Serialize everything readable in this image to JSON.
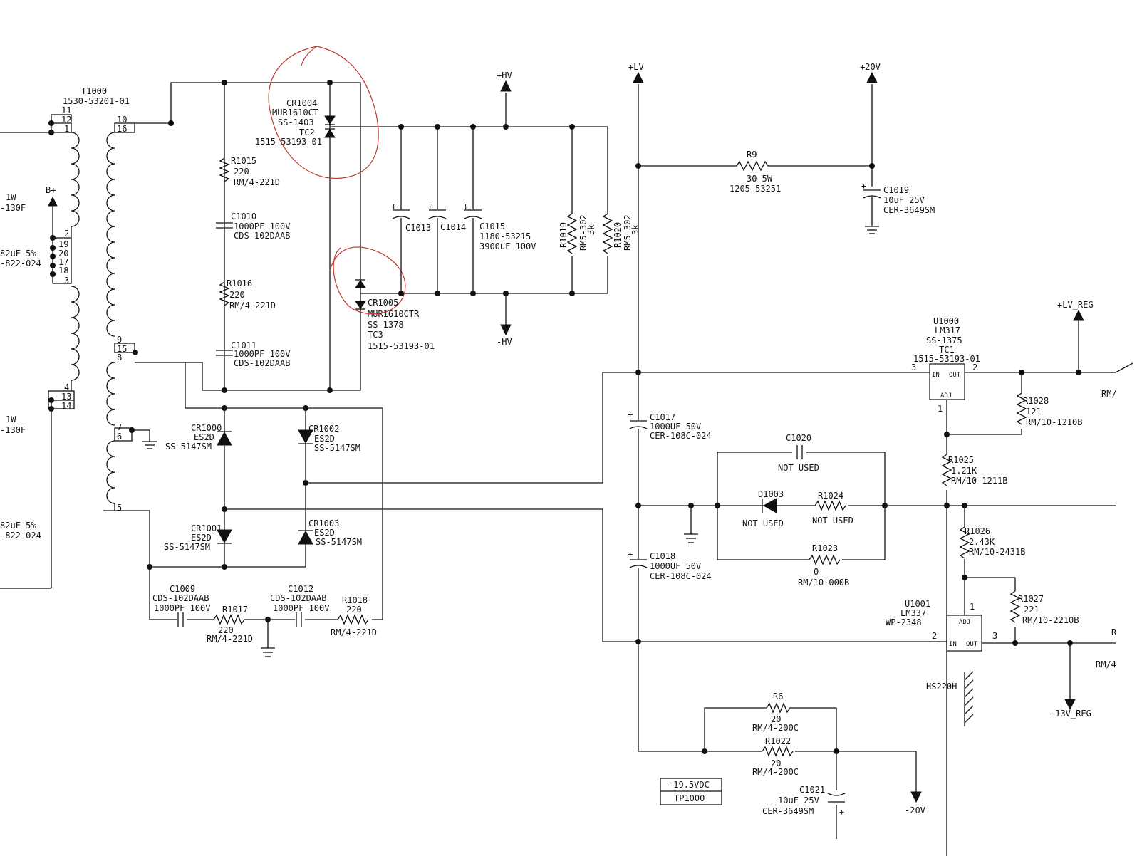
{
  "diagram": {
    "transformer": {
      "ref": "T1000",
      "part": "1530-53201-01",
      "pins": [
        "11",
        "12",
        "1",
        "10",
        "16",
        "2",
        "19",
        "20",
        "17",
        "18",
        "3",
        "9",
        "15",
        "8",
        "4",
        "13",
        "14",
        "7",
        "6",
        "5"
      ]
    },
    "left_cut": {
      "r1": "1W",
      "r1b": "-130F",
      "cap1a": "82uF 5%",
      "cap1b": "-822-024",
      "r2": "1W",
      "r2b": "-130F",
      "cap2a": "82uF 5%",
      "cap2b": "-822-024",
      "bplus": "B+"
    },
    "cr1004": [
      "CR1004",
      "MUR1610CT",
      "SS-1403",
      "TC2",
      "1515-53193-01"
    ],
    "cr1005": [
      "CR1005",
      "MUR1610CTR",
      "SS-1378",
      "TC3",
      "1515-53193-01"
    ],
    "r1015": [
      "R1015",
      "220",
      "RM/4-221D"
    ],
    "c1010": [
      "C1010",
      "1000PF  100V",
      "CDS-102DAAB"
    ],
    "r1016": [
      "R1016",
      "220",
      "RM/4-221D"
    ],
    "c1011": [
      "C1011",
      "1000PF  100V",
      "CDS-102DAAB"
    ],
    "c1013": "C1013",
    "c1014": "C1014",
    "c1015": [
      "C1015",
      "1180-53215",
      "3900uF  100V"
    ],
    "r1019": [
      "R1019",
      "RM5-302",
      "3k"
    ],
    "r1020": [
      "R1020",
      "RM5-302",
      "3k"
    ],
    "rails": {
      "hv_p": "+HV",
      "hv_n": "-HV",
      "lv": "+LV",
      "v20": "+20V",
      "lvreg": "+LV_REG",
      "m13": "-13V_REG",
      "m20": "-20V"
    },
    "r9": [
      "R9",
      "30 5W",
      "1205-53251"
    ],
    "c1019": [
      "C1019",
      "10uF  25V",
      "CER-3649SM"
    ],
    "cr1000": [
      "CR1000",
      "ES2D",
      "SS-5147SM"
    ],
    "cr1002": [
      "CR1002",
      "ES2D",
      "SS-5147SM"
    ],
    "cr1001": [
      "CR1001",
      "ES2D",
      "SS-5147SM"
    ],
    "cr1003": [
      "CR1003",
      "ES2D",
      "SS-5147SM"
    ],
    "c1009": [
      "C1009",
      "CDS-102DAAB",
      "1000PF  100V"
    ],
    "r1017": [
      "R1017",
      "220",
      "RM/4-221D"
    ],
    "c1012": [
      "C1012",
      "CDS-102DAAB",
      "1000PF  100V"
    ],
    "r1018": [
      "R1018",
      "220",
      "RM/4-221D"
    ],
    "c1017": [
      "C1017",
      "1000UF  50V",
      "CER-108C-024"
    ],
    "c1018": [
      "C1018",
      "1000UF  50V",
      "CER-108C-024"
    ],
    "c1020": [
      "C1020",
      "NOT USED"
    ],
    "d1003": [
      "D1003",
      "NOT USED"
    ],
    "r1024": [
      "R1024",
      "NOT USED"
    ],
    "r1023": [
      "R1023",
      "0",
      "RM/10-000B"
    ],
    "u1000": [
      "U1000",
      "LM317",
      "SS-1375",
      "TC1",
      "1515-53193-01"
    ],
    "u1000_pins": {
      "in": "IN",
      "out": "OUT",
      "adj": "ADJ",
      "p1": "1",
      "p2": "2",
      "p3": "3"
    },
    "r1028": [
      "R1028",
      "121",
      "RM/10-1210B"
    ],
    "r1025": [
      "R1025",
      "1.21K",
      "RM/10-1211B"
    ],
    "r1026": [
      "R1026",
      "2.43K",
      "RM/10-2431B"
    ],
    "r1027": [
      "R1027",
      "221",
      "RM/10-2210B"
    ],
    "u1001": [
      "U1001",
      "LM337",
      "WP-2348"
    ],
    "u1001_pins": {
      "in": "IN",
      "out": "OUT",
      "adj": "ADJ",
      "p1": "1",
      "p2": "2",
      "p3": "3"
    },
    "hs": "HS220H",
    "r6": [
      "R6",
      "20",
      "RM/4-200C"
    ],
    "r1022": [
      "R1022",
      "20",
      "RM/4-200C"
    ],
    "c1021": [
      "C1021",
      "10uF  25V",
      "CER-3649SM"
    ],
    "tp": [
      "-19.5VDC",
      "TP1000"
    ],
    "edge": {
      "rm1": "RM/",
      "rm2": "RM/4",
      "r": "R"
    }
  }
}
